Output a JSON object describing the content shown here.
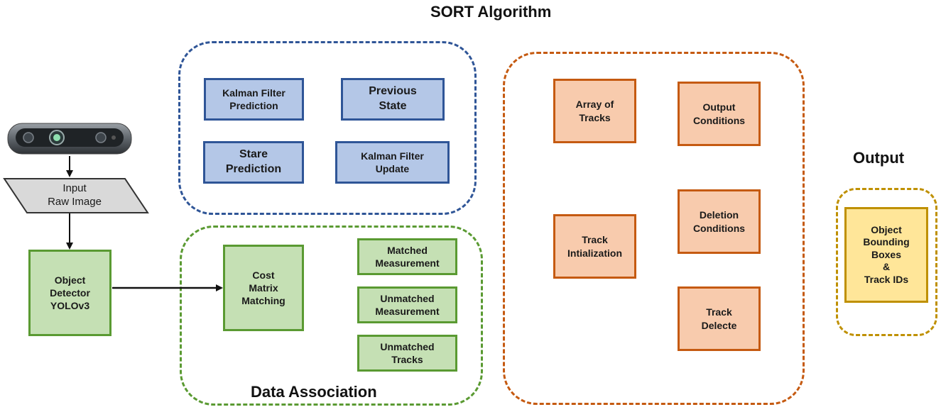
{
  "titles": {
    "sort": "SORT Algorithm",
    "output": "Output",
    "data_association": "Data Association"
  },
  "camera": {
    "icon": "depth-camera-icon"
  },
  "input_label": "Input\nRaw Image",
  "detector": "Object\nDetector\nYOLOv3",
  "kalman": {
    "prediction": "Kalman Filter\nPrediction",
    "previous_state": "Previous\nState",
    "stare_prediction": "Stare\nPrediction",
    "update": "Kalman Filter\nUpdate"
  },
  "association": {
    "cost_matrix": "Cost\nMatrix\nMatching",
    "matched": "Matched\nMeasurement",
    "unmatched_measurement": "Unmatched\nMeasurement",
    "unmatched_tracks": "Unmatched\nTracks"
  },
  "track_management": {
    "array_of_tracks": "Array of\nTracks",
    "output_conditions": "Output\nConditions",
    "track_initialization": "Track\nIntialization",
    "deletion_conditions": "Deletion\nConditions",
    "track_delete": "Track\nDelecte"
  },
  "output_box": "Object\nBounding\nBoxes\n&\nTrack IDs",
  "colors": {
    "blue_group": "#2f5597",
    "green_group": "#5a9a32",
    "orange_group": "#c55a11",
    "yellow_group": "#bf9000"
  }
}
